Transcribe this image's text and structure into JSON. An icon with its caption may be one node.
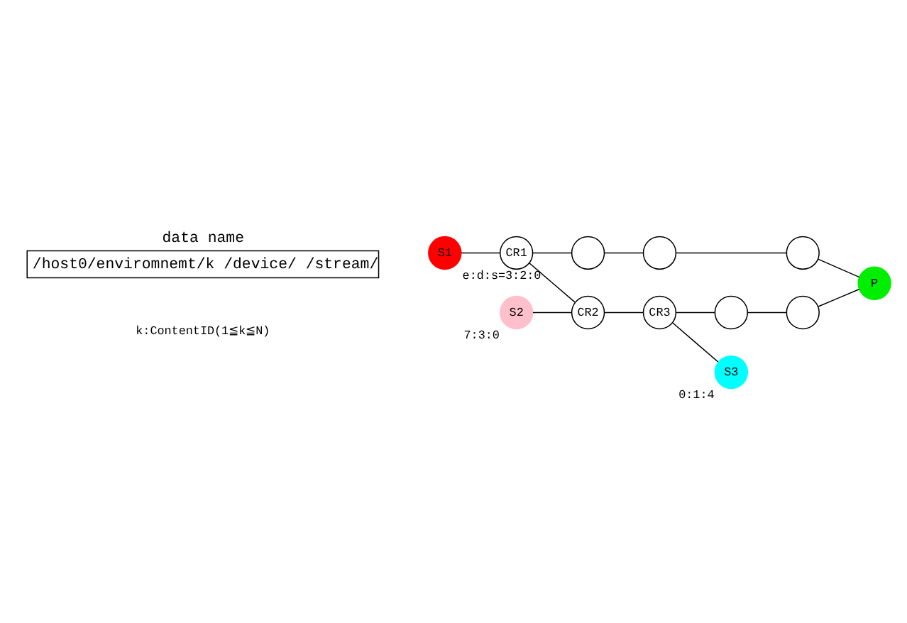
{
  "diagram": {
    "nodes": [
      {
        "text": [
          "data name",
          "/host0/enviromnemt/k /device/ /stream/"
        ]
      },
      {
        "text": [
          "S1"
        ],
        "beside": [
          "e:d:s=3:2:0"
        ]
      },
      {
        "text": [
          "CR1"
        ]
      },
      {
        "text": [],
        "shape": "circle"
      },
      {
        "text": [],
        "shape": "circle"
      },
      {
        "text": [],
        "shape": "circle"
      },
      {
        "text": [
          "P"
        ]
      },
      {
        "text": [
          "S2"
        ],
        "beside": [
          "7:3:0"
        ]
      },
      {
        "text": [
          "CR2"
        ]
      },
      {
        "text": [
          "CR3"
        ]
      },
      {
        "text": [],
        "shape": "circle"
      },
      {
        "text": [],
        "shape": "circle"
      },
      {
        "text": [
          "S3"
        ],
        "beside": [
          "0:1:4"
        ]
      }
    ],
    "edges": [
      {
        "from": 1,
        "to": 2,
        "arrow": "none"
      },
      {
        "from": 2,
        "to": 3,
        "arrow": "none"
      },
      {
        "from": 3,
        "to": 4,
        "arrow": "none"
      },
      {
        "from": 4,
        "to": 5,
        "arrow": "none"
      },
      {
        "from": 5,
        "to": 6,
        "arrow": "none"
      },
      {
        "from": 2,
        "to": 8,
        "arrow": "none"
      },
      {
        "from": 7,
        "to": 8,
        "arrow": "none"
      },
      {
        "from": 8,
        "to": 9,
        "arrow": "none"
      },
      {
        "from": 9,
        "to": 10,
        "arrow": "none"
      },
      {
        "from": 10,
        "to": 11,
        "arrow": "none"
      },
      {
        "from": 11,
        "to": 6,
        "arrow": "none"
      },
      {
        "from": 9,
        "to": 12,
        "arrow": "none"
      }
    ],
    "labels": [
      "k:ContentID(1≦k≦N)"
    ]
  }
}
